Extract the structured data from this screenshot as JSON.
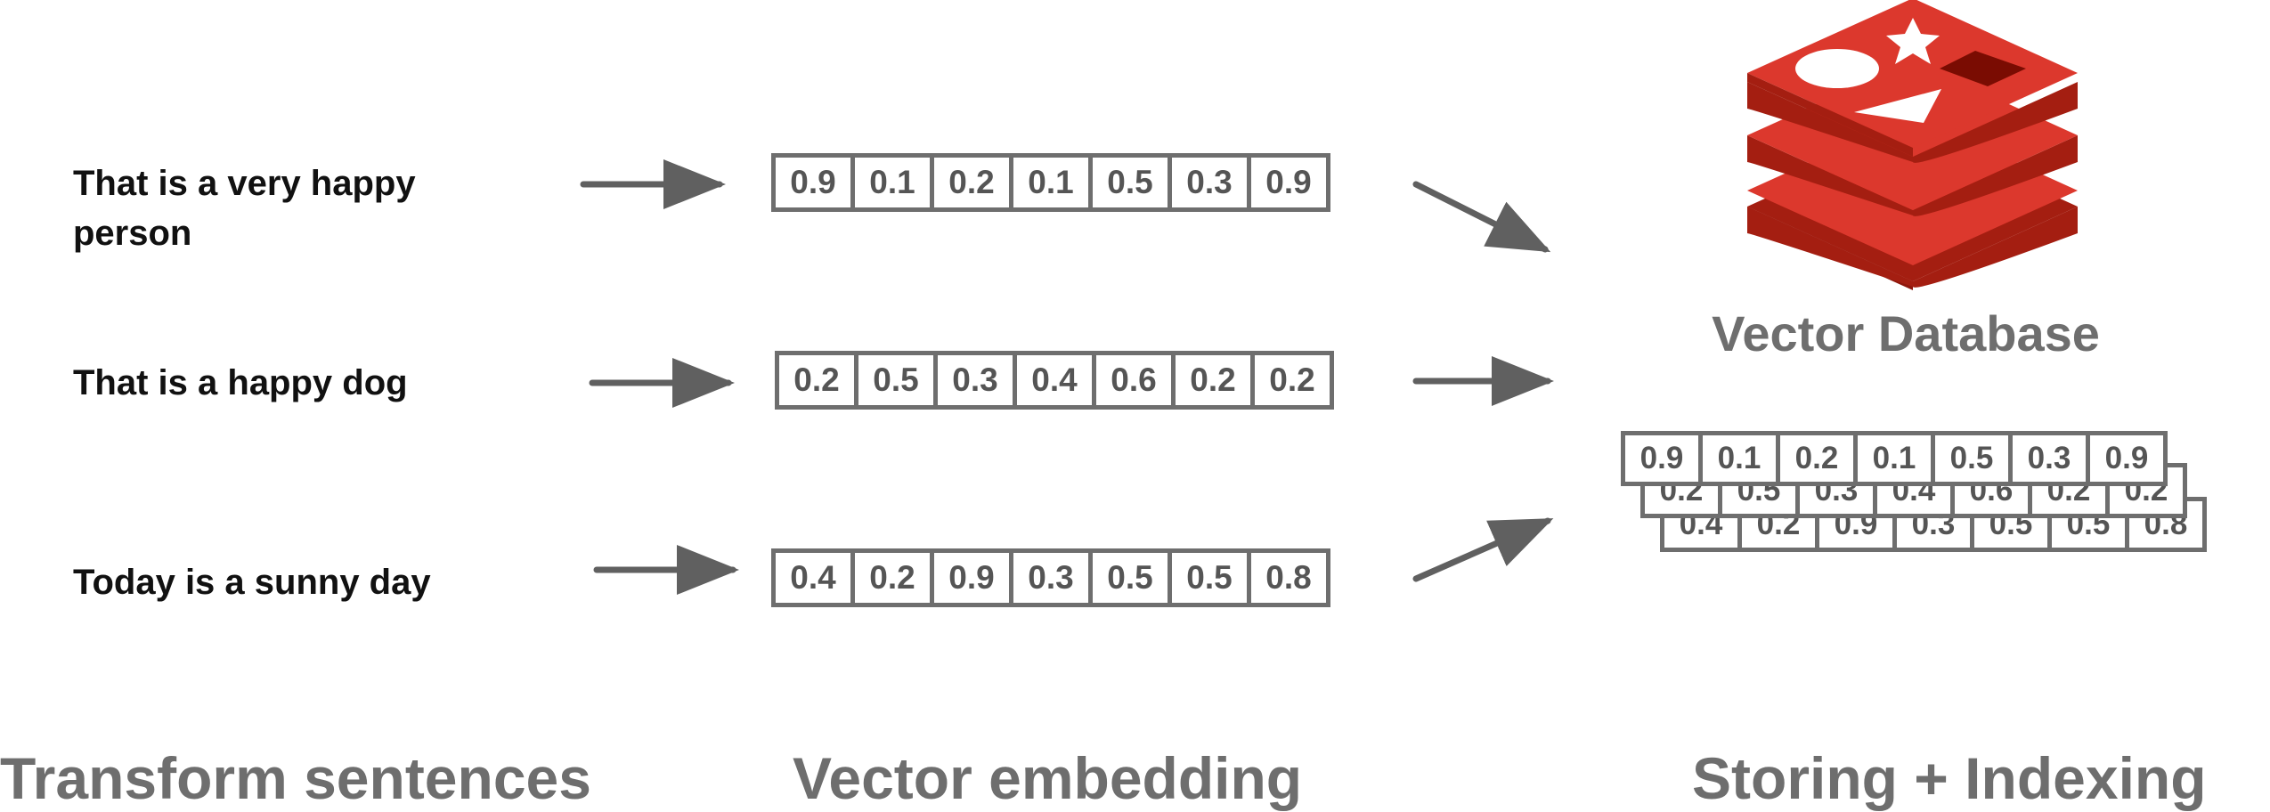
{
  "sentences": [
    "That is a very happy person",
    "That is a happy dog",
    "Today is a sunny day"
  ],
  "vectors": [
    [
      "0.9",
      "0.1",
      "0.2",
      "0.1",
      "0.5",
      "0.3",
      "0.9"
    ],
    [
      "0.2",
      "0.5",
      "0.3",
      "0.4",
      "0.6",
      "0.2",
      "0.2"
    ],
    [
      "0.4",
      "0.2",
      "0.9",
      "0.3",
      "0.5",
      "0.5",
      "0.8"
    ]
  ],
  "database": {
    "label": "Vector Database",
    "logo_colors": {
      "top": "#dc382d",
      "side": "#a41e11",
      "shape": "#ffffff",
      "hole": "#7a0c02"
    }
  },
  "captions": {
    "transform": "Transform sentences",
    "embedding": "Vector embedding",
    "storing": "Storing + Indexing"
  },
  "colors": {
    "arrow": "#606060",
    "box_border": "#6e6e6e",
    "number": "#555555",
    "caption": "#6e6e6e"
  }
}
